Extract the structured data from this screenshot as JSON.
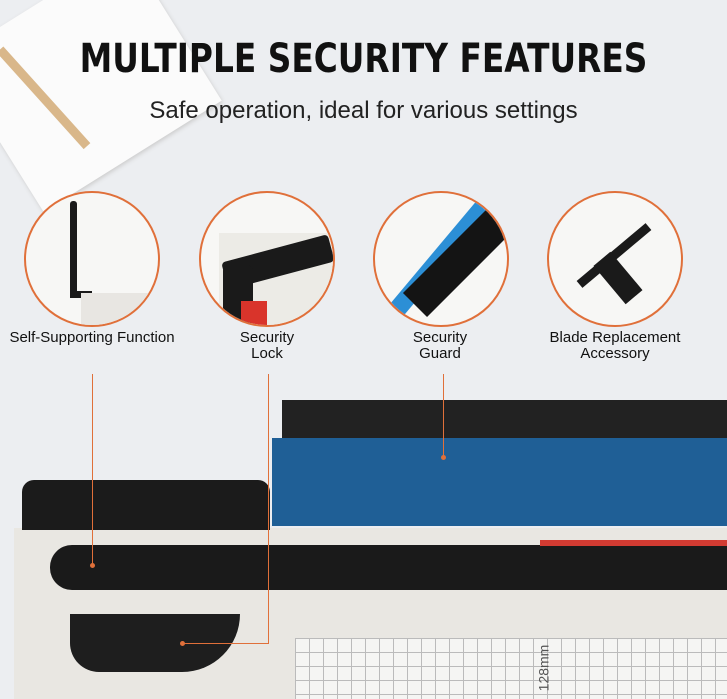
{
  "header": {
    "title": "MULTIPLE SECURITY FEATURES",
    "subtitle": "Safe operation, ideal for various settings"
  },
  "features": [
    {
      "label": "Self-Supporting Function",
      "icon": "support-rod-icon"
    },
    {
      "label": "Security Lock",
      "icon": "lock-latch-icon"
    },
    {
      "label": "Security Guard",
      "icon": "blue-guard-icon"
    },
    {
      "label": "Blade Replacement Accessory",
      "icon": "t-wrench-icon"
    }
  ],
  "product": {
    "ruler_text": "128mm"
  },
  "colors": {
    "accent": "#e0703a",
    "guard_blue": "#1f5f96",
    "machine_black": "#1a1a1a"
  }
}
